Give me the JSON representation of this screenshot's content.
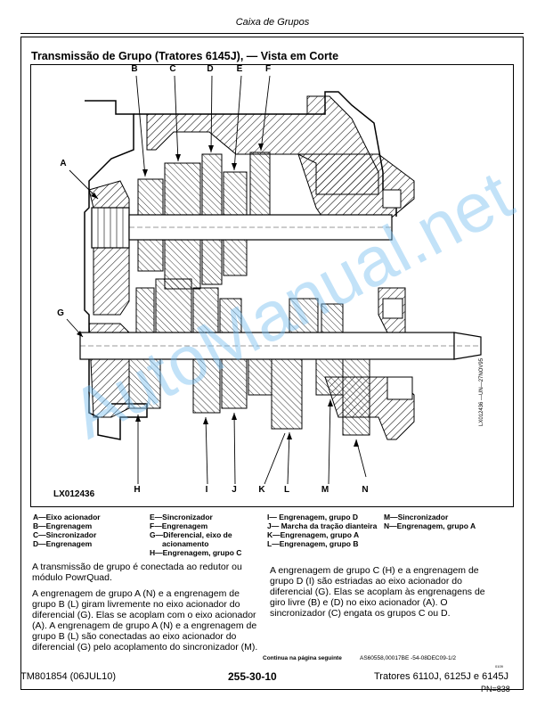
{
  "header": {
    "title": "Caixa de Grupos"
  },
  "section": {
    "title": "Transmissão de Grupo (Tratores 6145J), — Vista em Corte"
  },
  "figure": {
    "top_labels": [
      "B",
      "C",
      "D",
      "E",
      "F"
    ],
    "left_labels": [
      "A",
      "G"
    ],
    "bottom_labels": [
      "H",
      "I",
      "J",
      "K",
      "L",
      "M",
      "N"
    ],
    "id": "LX012436",
    "side_code": "LX012436 —UN—27NOV95"
  },
  "legend": {
    "col1": [
      "A—Eixo acionador",
      "B—Engrenagem",
      "C—Sincronizador",
      "D—Engrenagem"
    ],
    "col2": [
      "E—Sincronizador",
      "F—Engrenagem",
      "G—Diferencial, eixo de",
      "acionamento",
      "H—Engrenagem, grupo C"
    ],
    "col3": [
      "I— Engrenagem, grupo D",
      "J— Marcha da tração dianteira",
      "K—Engrenagem, grupo A",
      "L—Engrenagem, grupo B"
    ],
    "col4": [
      "M—Sincronizador",
      "N—Engrenagem, grupo A"
    ]
  },
  "body": {
    "left_p1": "A transmissão de grupo é conectada ao redutor ou módulo PowrQuad.",
    "left_p2": "A engrenagem de grupo A (N) e a engrenagem de grupo B (L) giram livremente no eixo acionador do diferencial (G). Elas se acoplam com o eixo acionador (A). A engrenagem de grupo A (N) e a engrenagem de grupo B (L) são conectadas ao eixo acionador do diferencial (G) pelo acoplamento do sincronizador (M).",
    "right_p1": "A engrenagem de grupo C (H) e a engrenagem de grupo D (I) são estriadas ao eixo acionador do diferencial (G). Elas se acoplam às engrenagens de giro livre (B) e (D) no eixo acionador (A). O sincronizador (C) engata os grupos C ou D."
  },
  "footer": {
    "continue": "Continua na página seguinte",
    "code_ref": "AS60558,00017BE -54-08DEC09-1/2",
    "code_ref2": "0109",
    "left": "TM801854 (06JUL10)",
    "center": "255-30-10",
    "right": "Tratores 6110J, 6125J e 6145J",
    "pn": "PN=838"
  },
  "watermark": {
    "text": "AutoManual.net"
  }
}
